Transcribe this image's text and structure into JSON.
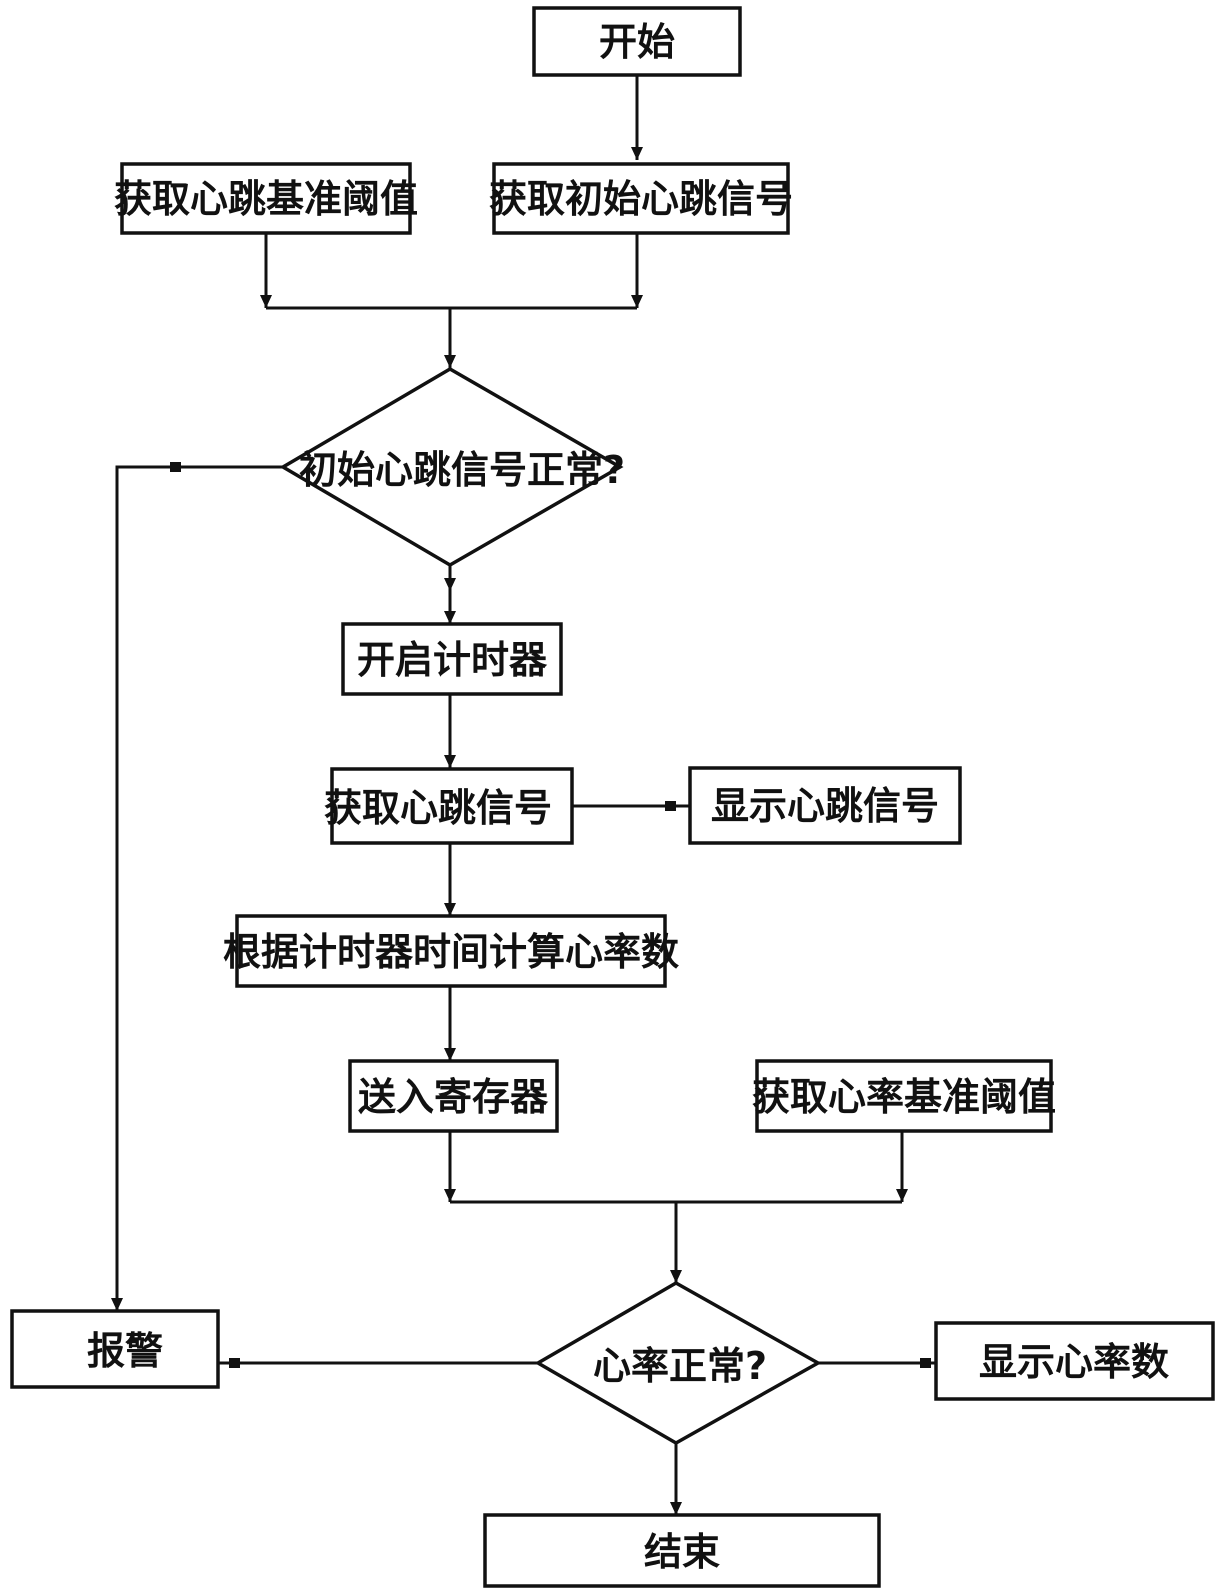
{
  "nodes": {
    "start": {
      "label": "开始"
    },
    "get_threshold": {
      "label": "获取心跳基准阈值"
    },
    "get_initial_signal": {
      "label": "获取初始心跳信号"
    },
    "initial_normal": {
      "label": "初始心跳信号正常?"
    },
    "start_timer": {
      "label": "开启计时器"
    },
    "get_signal": {
      "label": "获取心跳信号"
    },
    "show_signal": {
      "label": "显示心跳信号"
    },
    "calc_rate": {
      "label": "根据计时器时间计算心率数"
    },
    "to_register": {
      "label": "送入寄存器"
    },
    "get_rate_threshold": {
      "label": "获取心率基准阈值"
    },
    "alarm": {
      "label": "报警"
    },
    "rate_normal": {
      "label": "心率正常?"
    },
    "show_rate": {
      "label": "显示心率数"
    },
    "end": {
      "label": "结束"
    }
  },
  "colors": {
    "line": "#111111",
    "background": "#ffffff"
  }
}
